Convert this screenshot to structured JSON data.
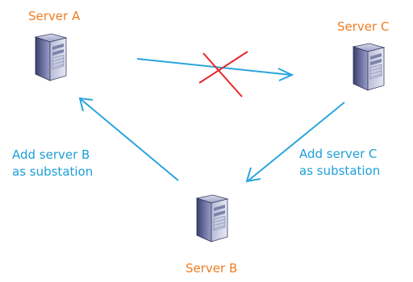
{
  "servers": {
    "a": {
      "label": "Server A",
      "icon": "server-tower-icon"
    },
    "b": {
      "label": "Server B",
      "icon": "server-tower-icon"
    },
    "c": {
      "label": "Server C",
      "icon": "server-tower-icon"
    }
  },
  "notes": {
    "b_to_a": {
      "line1": "Add server B",
      "line2": "as substation"
    },
    "c_to_b": {
      "line1": "Add server C",
      "line2": "as substation"
    }
  },
  "colors": {
    "arrow": "#2aa5dc",
    "label": "#ee7d22",
    "cross": "#e8262a"
  },
  "links": [
    {
      "from": "Server A",
      "to": "Server C",
      "status": "blocked"
    },
    {
      "from": "Server C",
      "to": "Server B",
      "status": "ok"
    },
    {
      "from": "Server B",
      "to": "Server A",
      "status": "ok"
    }
  ]
}
